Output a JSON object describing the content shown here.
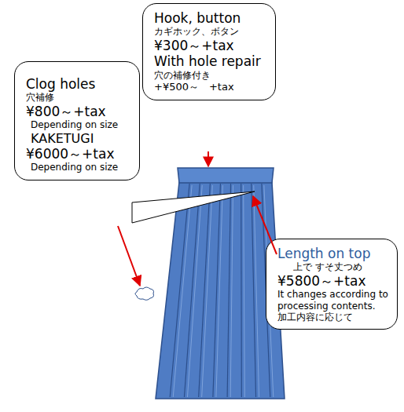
{
  "diagram": {
    "nodes": [
      {
        "text": [
          "Hook, button",
          "カギホック、ボタン",
          "¥300～+tax",
          "With hole repair",
          "穴の補修付き",
          "+¥500～　+tax"
        ]
      },
      {
        "text": [
          "Clog holes",
          "穴補修",
          "¥800～+tax",
          "Depending on size",
          "KAKETUGI",
          "¥6000～+tax",
          "Depending on size"
        ]
      },
      {
        "text": [
          "Length on top",
          "上で すそ丈つめ",
          "¥5800～+tax",
          "It changes according to processing contents.",
          "加工内容に応じて"
        ]
      }
    ]
  }
}
